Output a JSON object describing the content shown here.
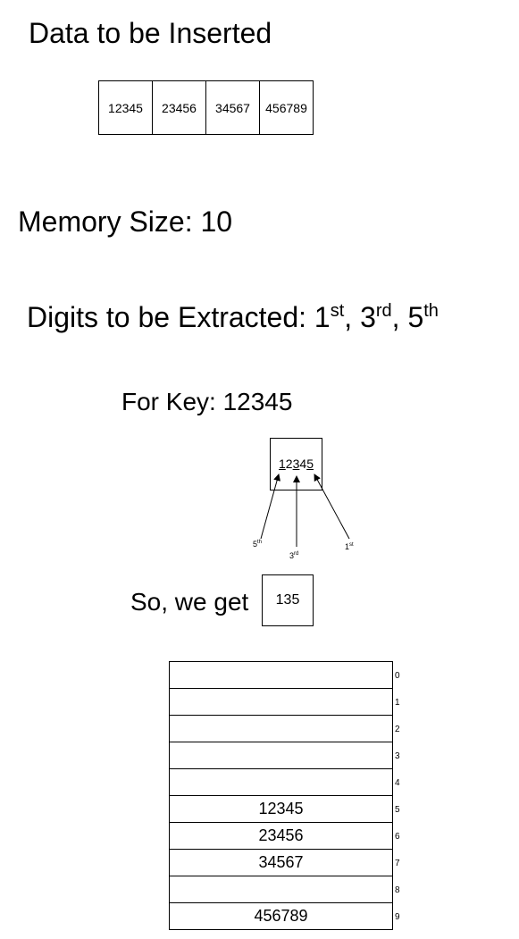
{
  "title": "Data to be Inserted",
  "data_items": [
    "12345",
    "23456",
    "34567",
    "456789"
  ],
  "memory_size": "Memory Size: 10",
  "digits": {
    "prefix": "Digits to be Extracted: ",
    "d1": "1",
    "d1_sup": "st",
    "sep1": ", ",
    "d3": "3",
    "d3_sup": "rd",
    "sep2": ", ",
    "d5": "5",
    "d5_sup": "th"
  },
  "for_key": "For Key: 12345",
  "key_digits": [
    "1",
    "2",
    "3",
    "4",
    "5"
  ],
  "labels": {
    "fifth": "5",
    "fifth_sup": "th",
    "third": "3",
    "third_sup": "rd",
    "first": "1",
    "first_sup": "st"
  },
  "so_we_get": "So, we get",
  "result": "135",
  "memory": [
    {
      "index": "0",
      "value": ""
    },
    {
      "index": "1",
      "value": ""
    },
    {
      "index": "2",
      "value": ""
    },
    {
      "index": "3",
      "value": ""
    },
    {
      "index": "4",
      "value": ""
    },
    {
      "index": "5",
      "value": "12345"
    },
    {
      "index": "6",
      "value": "23456"
    },
    {
      "index": "7",
      "value": "34567"
    },
    {
      "index": "8",
      "value": ""
    },
    {
      "index": "9",
      "value": "456789"
    }
  ]
}
